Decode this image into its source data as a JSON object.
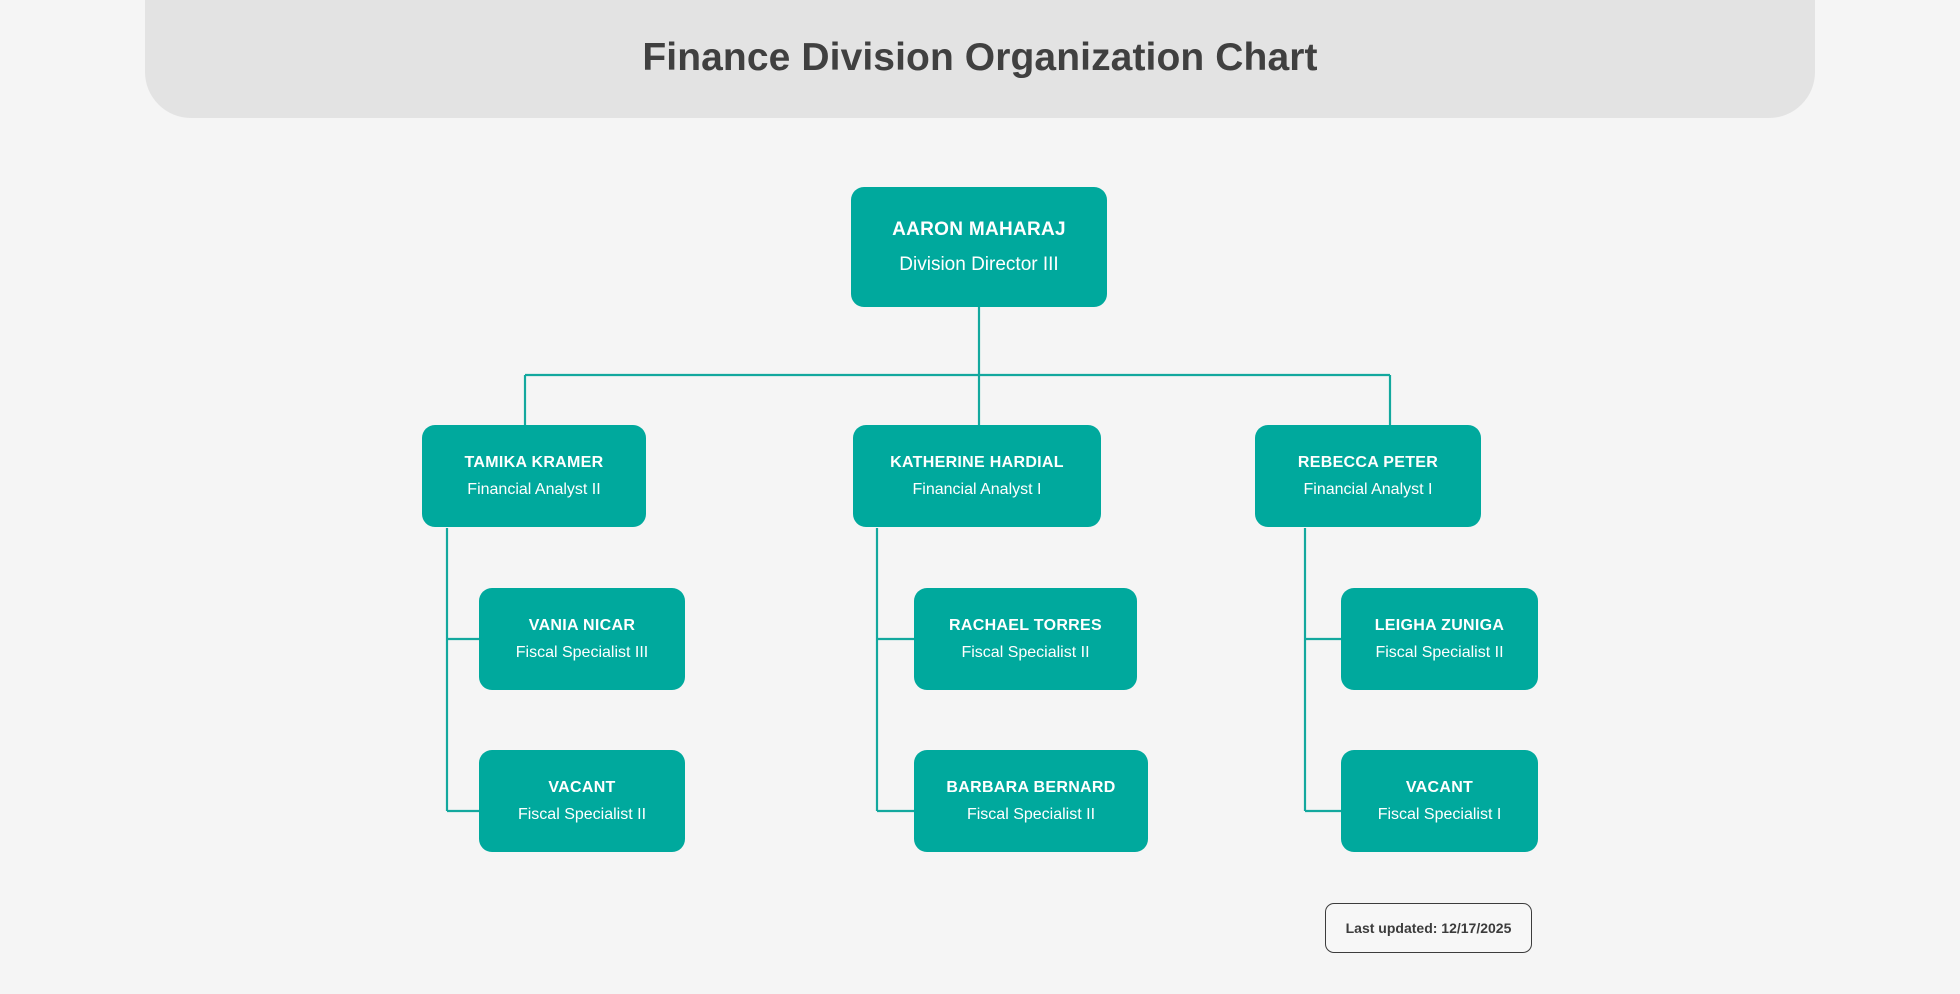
{
  "header": {
    "title": "Finance Division Organization Chart",
    "background_color": "#e3e3e3",
    "title_color": "#404040"
  },
  "theme": {
    "page_background": "#f5f5f5",
    "node_fill": "#00a99d",
    "node_text": "#ffffff",
    "connector_color": "#13a89e"
  },
  "footer": {
    "last_updated_label": "Last updated: 12/17/2025"
  },
  "org_chart": {
    "type": "organization-chart",
    "orientation": "top-down",
    "levels": 3,
    "root": {
      "id": "aaron-maharaj",
      "name": "AARON MAHARAJ",
      "title": "Division Director III",
      "level": 0
    },
    "nodes": [
      {
        "id": "aaron-maharaj",
        "name": "AARON MAHARAJ",
        "title": "Division Director III",
        "level": 0,
        "parent": null
      },
      {
        "id": "tamika-kramer",
        "name": "TAMIKA KRAMER",
        "title": "Financial Analyst II",
        "level": 1,
        "parent": "aaron-maharaj"
      },
      {
        "id": "katherine-hardial",
        "name": "KATHERINE HARDIAL",
        "title": "Financial Analyst I",
        "level": 1,
        "parent": "aaron-maharaj"
      },
      {
        "id": "rebecca-peter",
        "name": "REBECCA PETER",
        "title": "Financial Analyst I",
        "level": 1,
        "parent": "aaron-maharaj"
      },
      {
        "id": "vania-nicar",
        "name": "VANIA NICAR",
        "title": "Fiscal Specialist III",
        "level": 2,
        "parent": "tamika-kramer"
      },
      {
        "id": "vacant-fs2-kramer",
        "name": "VACANT",
        "title": "Fiscal Specialist II",
        "level": 2,
        "parent": "tamika-kramer"
      },
      {
        "id": "rachael-torres",
        "name": "RACHAEL TORRES",
        "title": "Fiscal Specialist II",
        "level": 2,
        "parent": "katherine-hardial"
      },
      {
        "id": "barbara-bernard",
        "name": "BARBARA BERNARD",
        "title": "Fiscal Specialist II",
        "level": 2,
        "parent": "katherine-hardial"
      },
      {
        "id": "leigha-zuniga",
        "name": "LEIGHA ZUNIGA",
        "title": "Fiscal Specialist II",
        "level": 2,
        "parent": "rebecca-peter"
      },
      {
        "id": "vacant-fs1-peter",
        "name": "VACANT",
        "title": "Fiscal Specialist I",
        "level": 2,
        "parent": "rebecca-peter"
      }
    ]
  }
}
